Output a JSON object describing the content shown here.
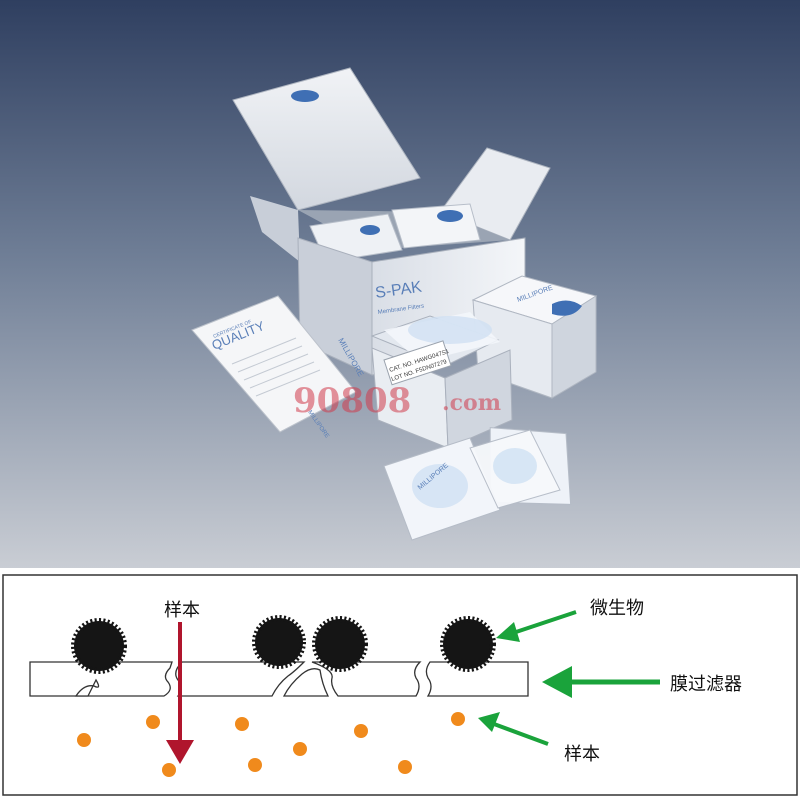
{
  "photo": {
    "box_brand": "S-PAK",
    "box_subtitle": "Membrane Filters",
    "side_text": "MILLIPORE",
    "certificate_title": "QUALITY",
    "certificate_heading": "CERTIFICATE OF",
    "certificate_brand": "MILLIPORE",
    "small_box_brand": "MILLIPORE",
    "label_cat": "CAT. NO. HAWG047S1",
    "label_lot": "LOT NO. F5DN07279",
    "packet_brand": "MILLIPORE",
    "watermark_digits": "90808",
    "watermark_domain": ".com"
  },
  "diagram": {
    "label_sample_top": "样本",
    "label_microorganism": "微生物",
    "label_membrane": "膜过滤器",
    "label_sample_bottom": "样本",
    "colors": {
      "arrow_sample": "#b0152d",
      "arrow_pointer": "#1aa33b",
      "particle": "#f08a1c",
      "microbe": "#151515",
      "frame": "#333333"
    }
  }
}
